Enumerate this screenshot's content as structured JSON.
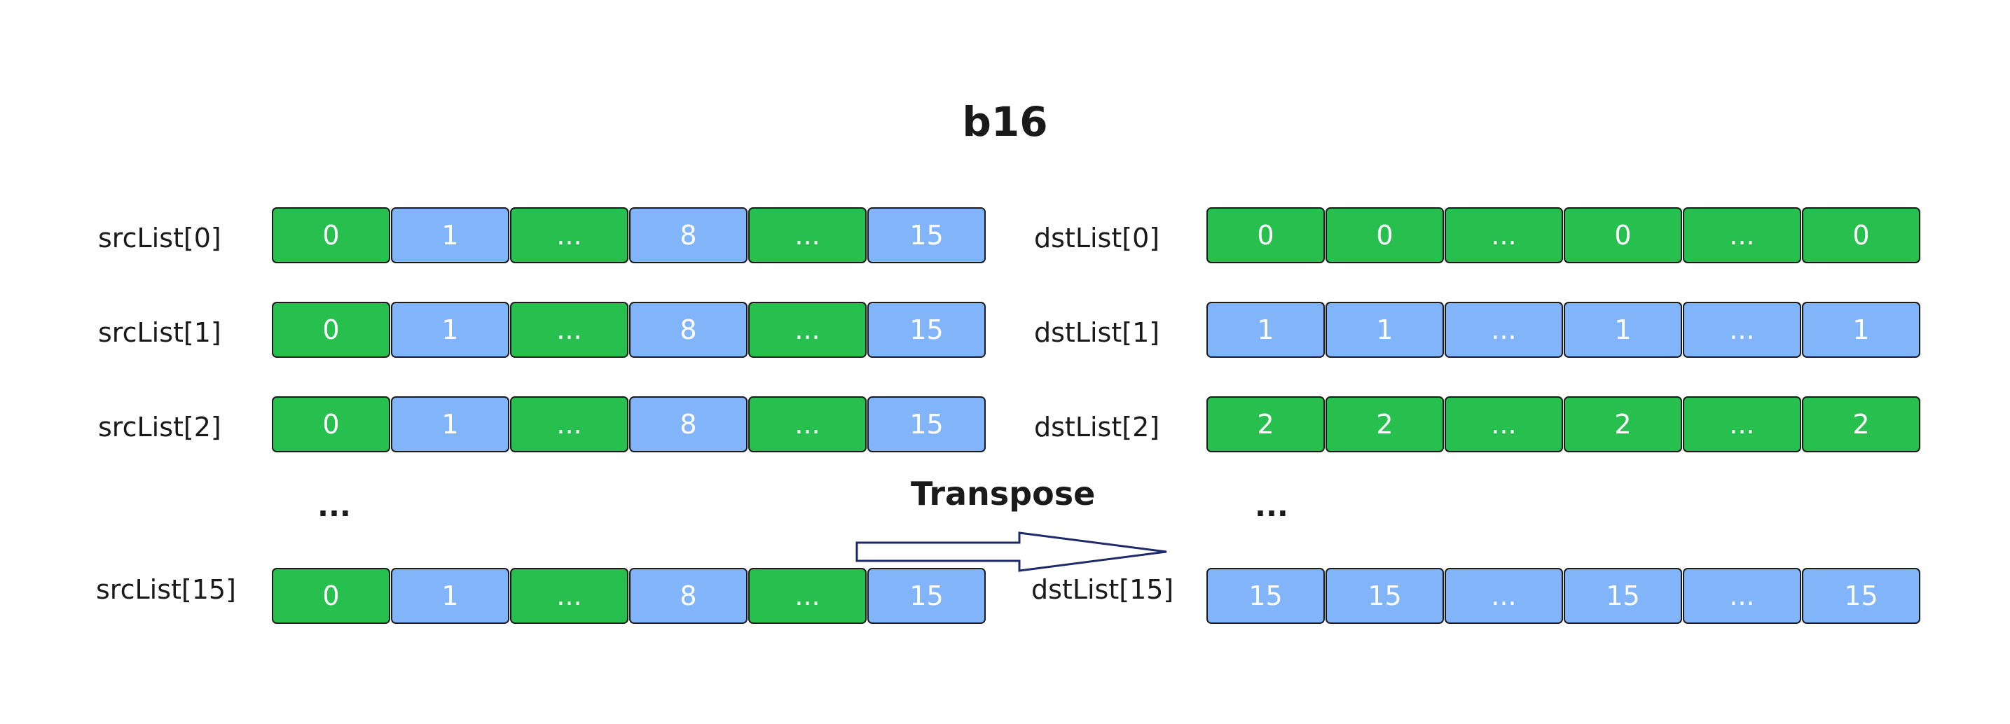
{
  "title": "b16",
  "operation_label": "Transpose",
  "colors": {
    "green": "#27c04f",
    "blue": "#82b4fa",
    "border": "#1b1b1b",
    "arrow": "#1f2a6b"
  },
  "src": {
    "rows": [
      {
        "label": "srcList[0]",
        "cells": [
          {
            "v": "0",
            "c": "green"
          },
          {
            "v": "1",
            "c": "blue"
          },
          {
            "v": "...",
            "c": "green"
          },
          {
            "v": "8",
            "c": "blue"
          },
          {
            "v": "...",
            "c": "green"
          },
          {
            "v": "15",
            "c": "blue"
          }
        ]
      },
      {
        "label": "srcList[1]",
        "cells": [
          {
            "v": "0",
            "c": "green"
          },
          {
            "v": "1",
            "c": "blue"
          },
          {
            "v": "...",
            "c": "green"
          },
          {
            "v": "8",
            "c": "blue"
          },
          {
            "v": "...",
            "c": "green"
          },
          {
            "v": "15",
            "c": "blue"
          }
        ]
      },
      {
        "label": "srcList[2]",
        "cells": [
          {
            "v": "0",
            "c": "green"
          },
          {
            "v": "1",
            "c": "blue"
          },
          {
            "v": "...",
            "c": "green"
          },
          {
            "v": "8",
            "c": "blue"
          },
          {
            "v": "...",
            "c": "green"
          },
          {
            "v": "15",
            "c": "blue"
          }
        ]
      },
      {
        "label": "srcList[15]",
        "cells": [
          {
            "v": "0",
            "c": "green"
          },
          {
            "v": "1",
            "c": "blue"
          },
          {
            "v": "...",
            "c": "green"
          },
          {
            "v": "8",
            "c": "blue"
          },
          {
            "v": "...",
            "c": "green"
          },
          {
            "v": "15",
            "c": "blue"
          }
        ]
      }
    ],
    "ellipsis": "..."
  },
  "dst": {
    "rows": [
      {
        "label": "dstList[0]",
        "cells": [
          {
            "v": "0",
            "c": "green"
          },
          {
            "v": "0",
            "c": "green"
          },
          {
            "v": "...",
            "c": "green"
          },
          {
            "v": "0",
            "c": "green"
          },
          {
            "v": "...",
            "c": "green"
          },
          {
            "v": "0",
            "c": "green"
          }
        ]
      },
      {
        "label": "dstList[1]",
        "cells": [
          {
            "v": "1",
            "c": "blue"
          },
          {
            "v": "1",
            "c": "blue"
          },
          {
            "v": "...",
            "c": "blue"
          },
          {
            "v": "1",
            "c": "blue"
          },
          {
            "v": "...",
            "c": "blue"
          },
          {
            "v": "1",
            "c": "blue"
          }
        ]
      },
      {
        "label": "dstList[2]",
        "cells": [
          {
            "v": "2",
            "c": "green"
          },
          {
            "v": "2",
            "c": "green"
          },
          {
            "v": "...",
            "c": "green"
          },
          {
            "v": "2",
            "c": "green"
          },
          {
            "v": "...",
            "c": "green"
          },
          {
            "v": "2",
            "c": "green"
          }
        ]
      },
      {
        "label": "dstList[15]",
        "cells": [
          {
            "v": "15",
            "c": "blue"
          },
          {
            "v": "15",
            "c": "blue"
          },
          {
            "v": "...",
            "c": "blue"
          },
          {
            "v": "15",
            "c": "blue"
          },
          {
            "v": "...",
            "c": "blue"
          },
          {
            "v": "15",
            "c": "blue"
          }
        ]
      }
    ],
    "ellipsis": "..."
  }
}
